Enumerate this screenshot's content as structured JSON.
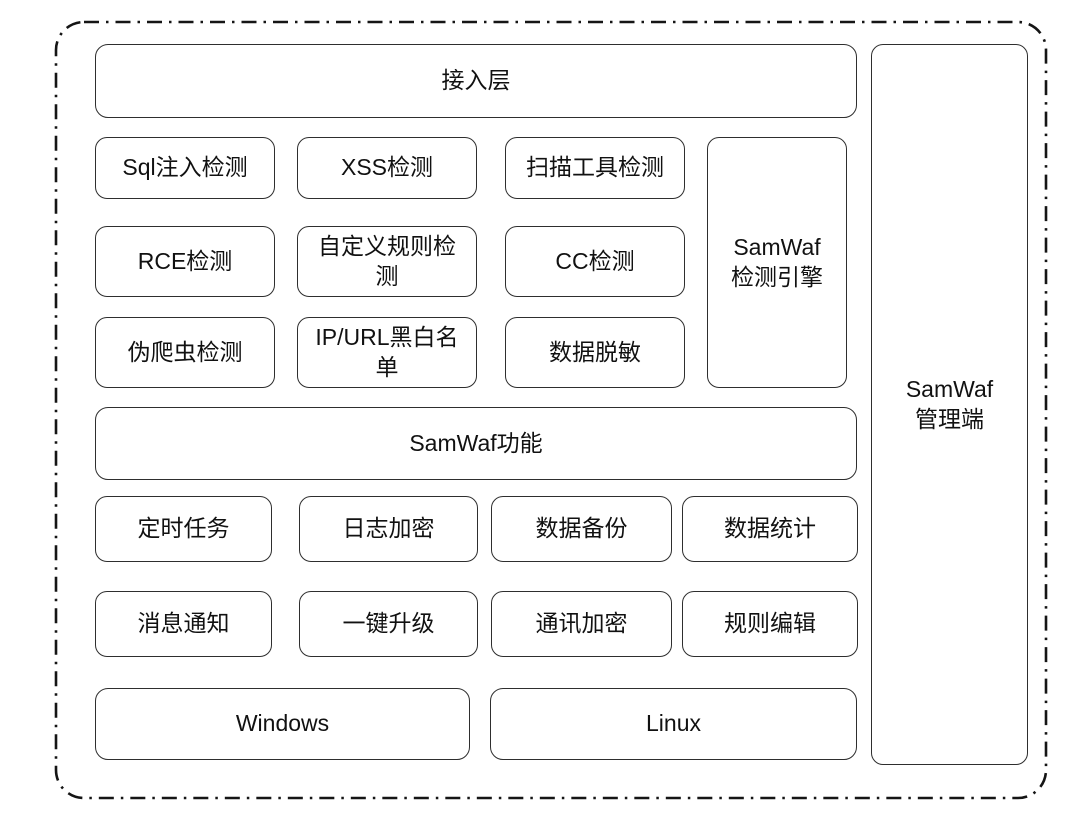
{
  "colors": {
    "border": "#2e2e2e",
    "text": "#111111",
    "background": "#ffffff"
  },
  "diagram": {
    "access_layer": {
      "label": "接入层"
    },
    "detection": {
      "rows": [
        [
          "Sql注入检测",
          "XSS检测",
          "扫描工具检测"
        ],
        [
          "RCE检测",
          "自定义规则检测",
          "CC检测"
        ],
        [
          "伪爬虫检测",
          "IP/URL黑白名单",
          "数据脱敏"
        ]
      ],
      "engine": {
        "label": "SamWaf检测引擎",
        "line1": "SamWaf",
        "line2": "检测引擎"
      }
    },
    "function_layer": {
      "label": "SamWaf功能"
    },
    "functions": [
      [
        "定时任务",
        "日志加密",
        "数据备份",
        "数据统计"
      ],
      [
        "消息通知",
        "一键升级",
        "通讯加密",
        "规则编辑"
      ]
    ],
    "platforms": [
      "Windows",
      "Linux"
    ],
    "management": {
      "label": "SamWaf管理端",
      "line1": "SamWaf",
      "line2": "管理端"
    }
  }
}
